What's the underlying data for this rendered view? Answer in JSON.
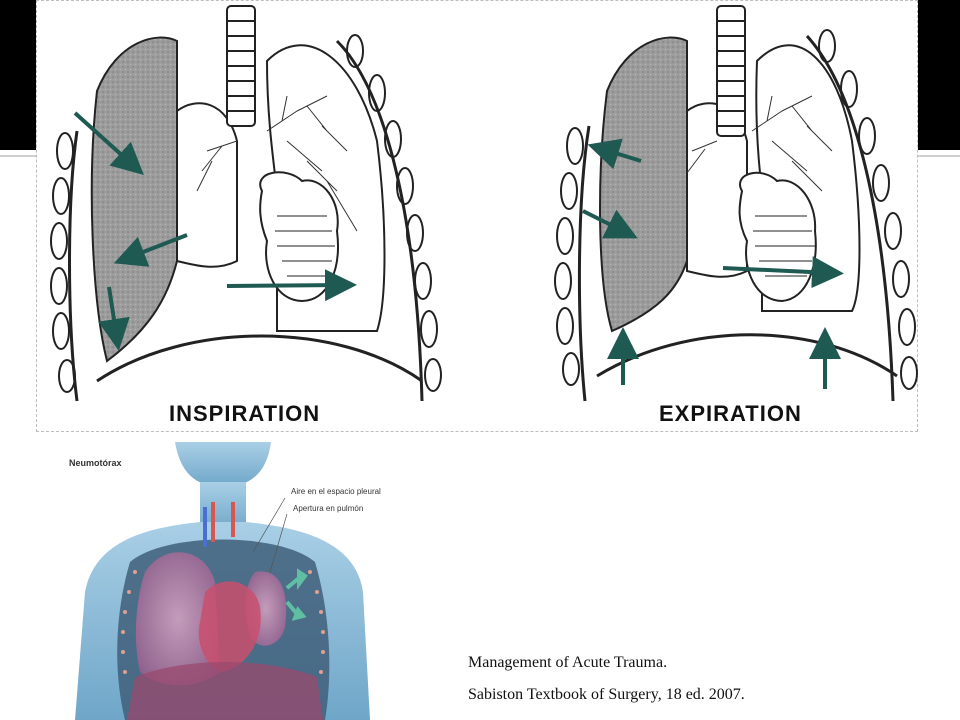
{
  "diagram": {
    "left_caption": "INSPIRATION",
    "right_caption": "EXPIRATION",
    "arrow_color": "#1f5a52"
  },
  "illustration": {
    "title": "Neumotórax",
    "label_air": "Aire en el espacio pleural",
    "label_opening": "Apertura en pulmón"
  },
  "reference": {
    "line1": "Management of Acute Trauma.",
    "line2": "Sabiston Textbook of Surgery, 18 ed. 2007."
  }
}
